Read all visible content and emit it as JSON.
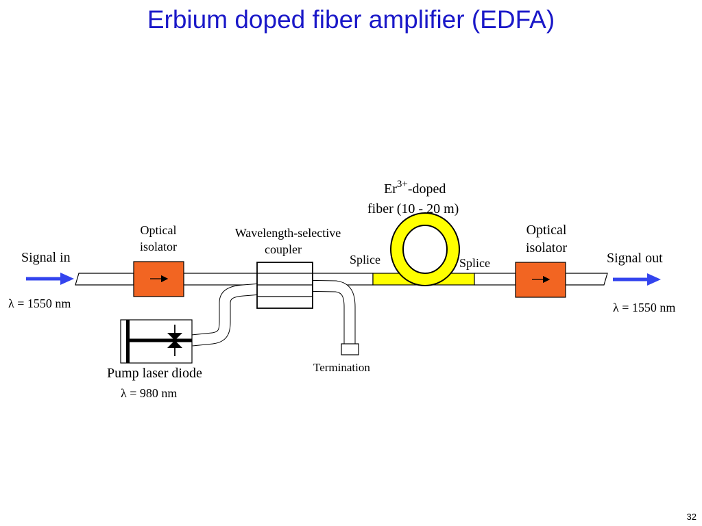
{
  "title": "Erbium doped fiber amplifier (EDFA)",
  "page_number": "32",
  "colors": {
    "title": "#1a18c8",
    "signal_arrow": "#3344ee",
    "isolator": "#f26522",
    "erbium_fiber": "#ffff00"
  },
  "labels": {
    "signal_in": "Signal in",
    "signal_in_wavelength": "λ = 1550 nm",
    "isolator_left_1": "Optical",
    "isolator_left_2": "isolator",
    "coupler_1": "Wavelength-selective",
    "coupler_2": "coupler",
    "erbium_1_prefix": "Er",
    "erbium_1_sup": "3+",
    "erbium_1_suffix": "-doped",
    "erbium_2": "fiber (10 - 20 m)",
    "splice_left": "Splice",
    "splice_right": "Splice",
    "isolator_right_1": "Optical",
    "isolator_right_2": "isolator",
    "signal_out": "Signal out",
    "signal_out_wavelength": "λ = 1550 nm",
    "pump_1": "Pump laser diode",
    "pump_2": "λ = 980 nm",
    "termination": "Termination"
  },
  "icons": {
    "isolator_arrow": "→"
  }
}
